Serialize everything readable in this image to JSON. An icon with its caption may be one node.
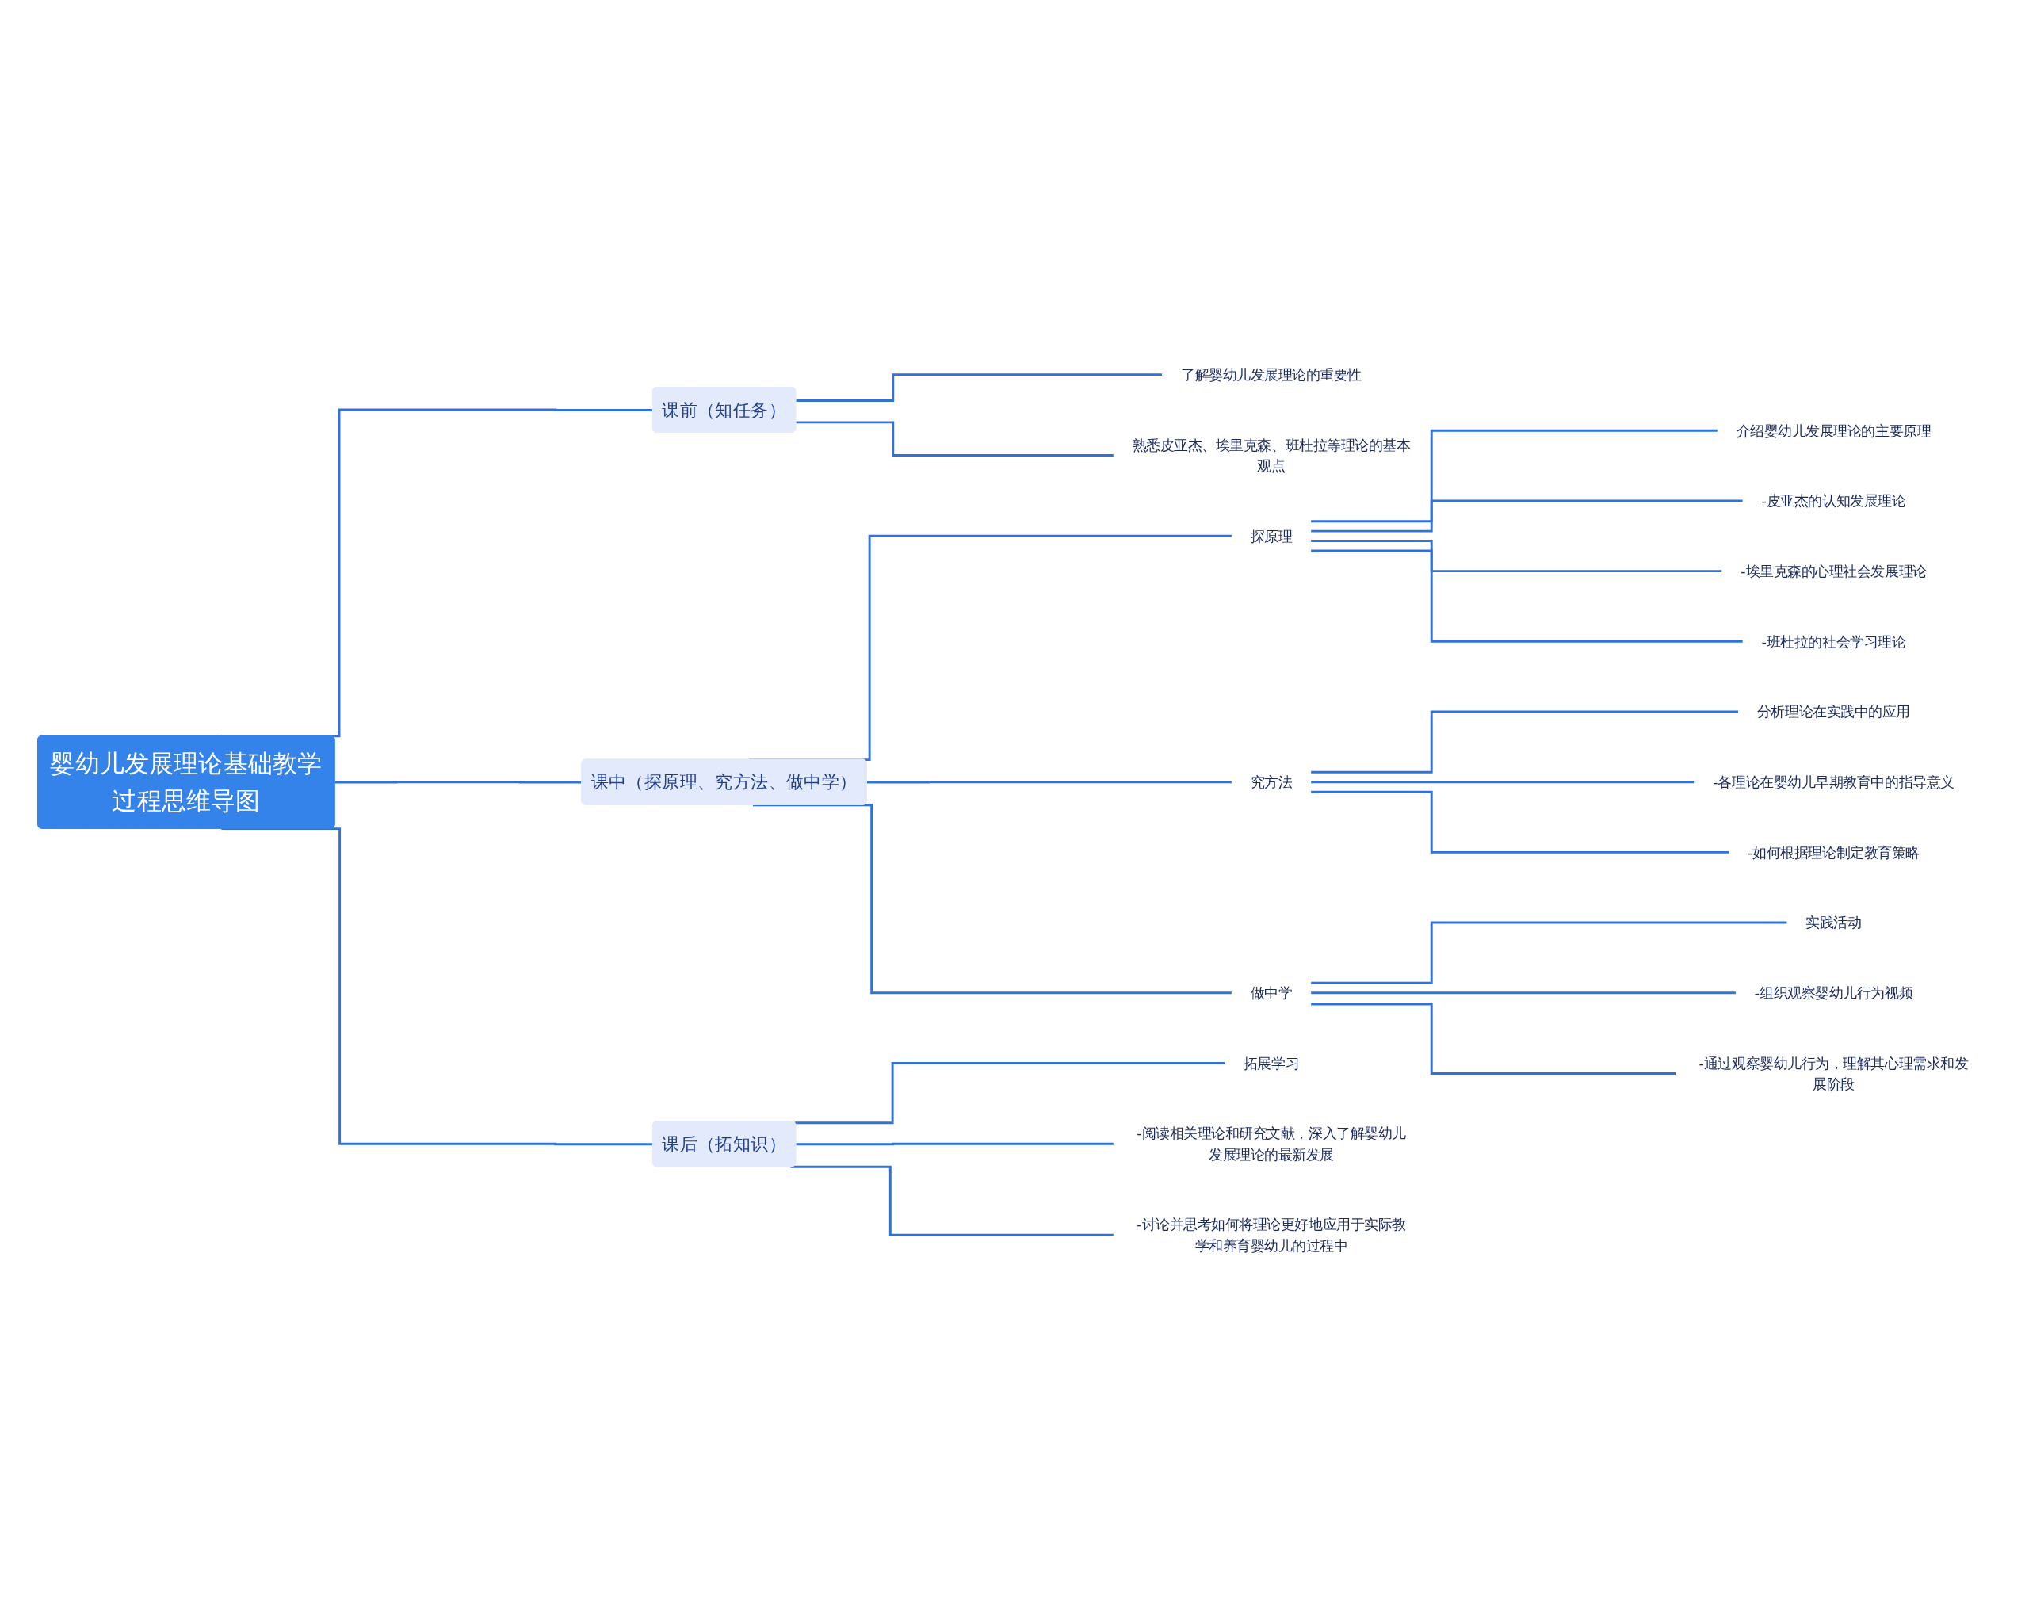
{
  "diagram": {
    "nodes": [
      {
        "text": [
          "婴幼儿发展理论基础教学过程思维导图"
        ]
      },
      {
        "text": [
          "课前（知任务）"
        ]
      },
      {
        "text": [
          "了解婴幼儿发展理论的重要性"
        ]
      },
      {
        "text": [
          "熟悉皮亚杰、埃里克森、班杜拉等理论的基本观点"
        ]
      },
      {
        "text": [
          "课中（探原理、究方法、做中学）"
        ]
      },
      {
        "text": [
          "探原理"
        ]
      },
      {
        "text": [
          "介绍婴幼儿发展理论的主要原理"
        ]
      },
      {
        "text": [
          "-皮亚杰的认知发展理论"
        ]
      },
      {
        "text": [
          "-埃里克森的心理社会发展理论"
        ]
      },
      {
        "text": [
          "-班杜拉的社会学习理论"
        ]
      },
      {
        "text": [
          "究方法"
        ]
      },
      {
        "text": [
          "分析理论在实践中的应用"
        ]
      },
      {
        "text": [
          "-各理论在婴幼儿早期教育中的指导意义"
        ]
      },
      {
        "text": [
          "-如何根据理论制定教育策略"
        ]
      },
      {
        "text": [
          "做中学"
        ]
      },
      {
        "text": [
          "实践活动"
        ]
      },
      {
        "text": [
          "-组织观察婴幼儿行为视频"
        ]
      },
      {
        "text": [
          "-通过观察婴幼儿行为，理解其心理需求和发展阶段"
        ]
      },
      {
        "text": [
          "课后（拓知识）"
        ]
      },
      {
        "text": [
          "拓展学习"
        ]
      },
      {
        "text": [
          "-阅读相关理论和研究文献，深入了解婴幼儿发展理论的最新发展"
        ]
      },
      {
        "text": [
          "-讨论并思考如何将理论更好地应用于实际教学和养育婴幼儿的过程中"
        ]
      }
    ],
    "edges": [
      {
        "from": 0,
        "to": 1,
        "arrow": "none"
      },
      {
        "from": 1,
        "to": 2,
        "arrow": "none"
      },
      {
        "from": 1,
        "to": 3,
        "arrow": "none"
      },
      {
        "from": 0,
        "to": 4,
        "arrow": "none"
      },
      {
        "from": 4,
        "to": 5,
        "arrow": "none"
      },
      {
        "from": 5,
        "to": 6,
        "arrow": "none"
      },
      {
        "from": 5,
        "to": 7,
        "arrow": "none"
      },
      {
        "from": 5,
        "to": 8,
        "arrow": "none"
      },
      {
        "from": 5,
        "to": 9,
        "arrow": "none"
      },
      {
        "from": 4,
        "to": 10,
        "arrow": "none"
      },
      {
        "from": 10,
        "to": 11,
        "arrow": "none"
      },
      {
        "from": 10,
        "to": 12,
        "arrow": "none"
      },
      {
        "from": 10,
        "to": 13,
        "arrow": "none"
      },
      {
        "from": 4,
        "to": 14,
        "arrow": "none"
      },
      {
        "from": 14,
        "to": 15,
        "arrow": "none"
      },
      {
        "from": 14,
        "to": 16,
        "arrow": "none"
      },
      {
        "from": 14,
        "to": 17,
        "arrow": "none"
      },
      {
        "from": 0,
        "to": 18,
        "arrow": "none"
      },
      {
        "from": 18,
        "to": 19,
        "arrow": "none"
      },
      {
        "from": 18,
        "to": 20,
        "arrow": "none"
      },
      {
        "from": 18,
        "to": 21,
        "arrow": "none"
      }
    ]
  }
}
